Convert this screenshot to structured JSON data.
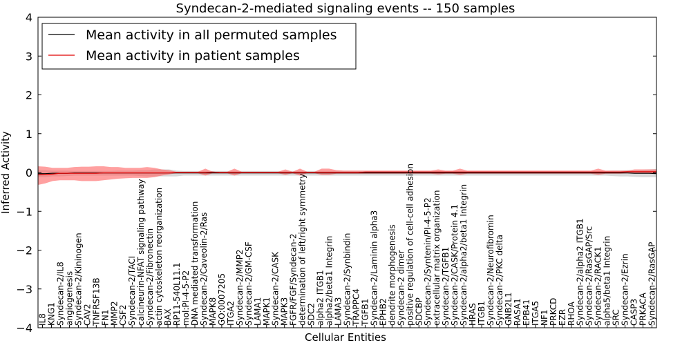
{
  "chart_data": {
    "type": "line",
    "title": "Syndecan-2-mediated signaling events -- 150 samples",
    "xlabel": "Cellular Entities",
    "ylabel": "Inferred Activity",
    "ylim": [
      -4,
      4
    ],
    "yticks": [
      -4,
      -3,
      -2,
      -1,
      0,
      1,
      2,
      3,
      4
    ],
    "grid": false,
    "legend_position": "top-left",
    "colors": {
      "permuted_line": "#000000",
      "permuted_band": "#c8c8c8",
      "patient_line": "#e00000",
      "patient_band": "#ff6060"
    },
    "series": [
      {
        "name": "Mean activity in all permuted samples",
        "values": [
          -0.03,
          -0.03,
          -0.02,
          -0.02,
          -0.02,
          -0.01,
          -0.01,
          -0.01,
          -0.01,
          -0.01,
          -0.01,
          -0.01,
          -0.01,
          -0.01,
          -0.01,
          -0.01,
          -0.01,
          -0.01,
          -0.01,
          -0.01,
          -0.01,
          -0.01,
          -0.01,
          -0.01,
          -0.01,
          -0.01,
          -0.01,
          -0.01,
          -0.01,
          -0.01,
          -0.01,
          -0.01,
          -0.01,
          -0.01,
          -0.01,
          -0.01,
          -0.01,
          -0.01,
          -0.01,
          -0.01,
          -0.01,
          -0.01,
          -0.01,
          -0.01,
          -0.01,
          -0.01,
          -0.01,
          -0.01,
          -0.01,
          -0.01,
          -0.01,
          -0.01,
          -0.01,
          -0.01,
          -0.01,
          -0.01,
          -0.01,
          -0.01,
          -0.01,
          -0.01,
          -0.01,
          -0.01,
          -0.01,
          -0.01,
          -0.01,
          -0.01,
          -0.01,
          -0.01,
          -0.01,
          -0.01,
          -0.01,
          -0.01,
          -0.01,
          -0.01,
          -0.01,
          -0.01,
          -0.01,
          -0.01,
          -0.01,
          -0.01,
          -0.01,
          -0.01,
          -0.02,
          -0.02,
          -0.02,
          -0.03
        ],
        "band_upper": [
          0.06,
          0.06,
          0.05,
          0.05,
          0.05,
          0.04,
          0.04,
          0.04,
          0.04,
          0.04,
          0.04,
          0.05,
          0.05,
          0.05,
          0.06,
          0.06,
          0.08,
          0.08,
          0.08,
          0.05,
          0.04,
          0.04,
          0.04,
          0.04,
          0.04,
          0.04,
          0.04,
          0.04,
          0.04,
          0.04,
          0.04,
          0.04,
          0.04,
          0.04,
          0.04,
          0.04,
          0.04,
          0.04,
          0.04,
          0.04,
          0.04,
          0.04,
          0.04,
          0.04,
          0.04,
          0.04,
          0.04,
          0.04,
          0.04,
          0.04,
          0.04,
          0.04,
          0.04,
          0.04,
          0.04,
          0.04,
          0.04,
          0.04,
          0.04,
          0.04,
          0.04,
          0.04,
          0.04,
          0.04,
          0.04,
          0.04,
          0.04,
          0.04,
          0.04,
          0.04,
          0.04,
          0.04,
          0.04,
          0.04,
          0.04,
          0.04,
          0.04,
          0.04,
          0.04,
          0.05,
          0.05,
          0.06,
          0.06,
          0.07,
          0.08,
          0.09
        ],
        "band_lower": [
          -0.12,
          -0.12,
          -0.1,
          -0.1,
          -0.09,
          -0.08,
          -0.08,
          -0.08,
          -0.08,
          -0.08,
          -0.08,
          -0.08,
          -0.08,
          -0.08,
          -0.09,
          -0.1,
          -0.1,
          -0.1,
          -0.1,
          -0.1,
          -0.08,
          -0.08,
          -0.08,
          -0.08,
          -0.08,
          -0.08,
          -0.08,
          -0.08,
          -0.08,
          -0.08,
          -0.08,
          -0.08,
          -0.08,
          -0.08,
          -0.08,
          -0.08,
          -0.08,
          -0.08,
          -0.08,
          -0.08,
          -0.08,
          -0.08,
          -0.08,
          -0.08,
          -0.08,
          -0.08,
          -0.08,
          -0.08,
          -0.08,
          -0.08,
          -0.08,
          -0.08,
          -0.08,
          -0.08,
          -0.08,
          -0.08,
          -0.08,
          -0.08,
          -0.08,
          -0.08,
          -0.08,
          -0.08,
          -0.08,
          -0.08,
          -0.08,
          -0.08,
          -0.08,
          -0.08,
          -0.08,
          -0.08,
          -0.08,
          -0.08,
          -0.08,
          -0.08,
          -0.08,
          -0.08,
          -0.08,
          -0.08,
          -0.08,
          -0.09,
          -0.1,
          -0.1,
          -0.11,
          -0.12,
          -0.12,
          -0.12
        ]
      },
      {
        "name": "Mean activity in patient samples",
        "values": [
          -0.06,
          -0.05,
          -0.04,
          -0.02,
          -0.02,
          -0.02,
          -0.02,
          -0.02,
          -0.02,
          -0.01,
          -0.01,
          -0.01,
          -0.01,
          -0.01,
          -0.01,
          -0.01,
          -0.01,
          -0.01,
          -0.01,
          0.0,
          0.0,
          0.0,
          0.0,
          0.0,
          0.01,
          0.0,
          0.0,
          0.0,
          0.0,
          0.0,
          0.0,
          0.0,
          0.0,
          0.0,
          0.0,
          0.0,
          0.0,
          0.0,
          0.0,
          0.0,
          0.0,
          0.0,
          0.0,
          0.0,
          0.0,
          0.01,
          0.01,
          0.01,
          0.01,
          0.01,
          0.01,
          0.01,
          0.01,
          0.01,
          0.01,
          0.01,
          0.01,
          0.01,
          0.01,
          0.01,
          0.01,
          0.01,
          0.01,
          0.01,
          0.01,
          0.01,
          0.01,
          0.01,
          0.01,
          0.01,
          0.01,
          0.01,
          0.01,
          0.01,
          0.01,
          0.01,
          0.01,
          0.01,
          0.01,
          0.01,
          0.01,
          0.02,
          0.02,
          0.02,
          0.02,
          0.02
        ],
        "band_upper": [
          0.16,
          0.15,
          0.12,
          0.12,
          0.12,
          0.14,
          0.15,
          0.15,
          0.16,
          0.16,
          0.14,
          0.14,
          0.12,
          0.12,
          0.12,
          0.14,
          0.12,
          0.08,
          0.06,
          0.02,
          0.02,
          0.02,
          0.02,
          0.1,
          0.02,
          0.02,
          0.02,
          0.1,
          0.02,
          0.02,
          0.02,
          0.02,
          0.02,
          0.02,
          0.08,
          0.02,
          0.1,
          0.02,
          0.02,
          0.1,
          0.1,
          0.06,
          0.05,
          0.05,
          0.05,
          0.05,
          0.05,
          0.05,
          0.05,
          0.05,
          0.05,
          0.05,
          0.05,
          0.05,
          0.05,
          0.08,
          0.05,
          0.05,
          0.1,
          0.05,
          0.05,
          0.05,
          0.05,
          0.05,
          0.05,
          0.05,
          0.05,
          0.05,
          0.05,
          0.05,
          0.05,
          0.05,
          0.05,
          0.05,
          0.05,
          0.05,
          0.05,
          0.1,
          0.05,
          0.05,
          0.05,
          0.05,
          0.08,
          0.08,
          0.08,
          0.08
        ],
        "band_lower": [
          -0.32,
          -0.28,
          -0.22,
          -0.2,
          -0.2,
          -0.2,
          -0.22,
          -0.22,
          -0.22,
          -0.2,
          -0.18,
          -0.16,
          -0.15,
          -0.14,
          -0.14,
          -0.14,
          -0.12,
          -0.08,
          -0.05,
          -0.02,
          -0.02,
          -0.02,
          -0.02,
          -0.08,
          -0.02,
          -0.02,
          -0.02,
          -0.08,
          -0.02,
          -0.02,
          -0.02,
          -0.02,
          -0.02,
          -0.02,
          -0.06,
          -0.02,
          -0.08,
          -0.02,
          -0.02,
          -0.06,
          -0.06,
          -0.03,
          -0.03,
          -0.03,
          -0.03,
          -0.03,
          -0.03,
          -0.03,
          -0.03,
          -0.03,
          -0.03,
          -0.03,
          -0.03,
          -0.03,
          -0.03,
          -0.05,
          -0.03,
          -0.03,
          -0.06,
          -0.03,
          -0.03,
          -0.03,
          -0.03,
          -0.03,
          -0.03,
          -0.03,
          -0.03,
          -0.03,
          -0.03,
          -0.03,
          -0.03,
          -0.03,
          -0.03,
          -0.03,
          -0.03,
          -0.03,
          -0.03,
          -0.06,
          -0.03,
          -0.03,
          -0.03,
          -0.02,
          -0.02,
          -0.02,
          -0.02,
          -0.02
        ]
      }
    ],
    "categories": [
      "IL8",
      "KNG1",
      "Syndecan-2/IL8",
      "angiogenesis",
      "Syndecan-2/Kininogen",
      "CAV2",
      "TNFRSF13B",
      "FN1",
      "MMP2",
      "CSF2",
      "Syndecan-2/TACI",
      "calcineurin-NFAT signaling pathway",
      "Syndecan-2/Fibronectin",
      "actin cytoskeleton reorganization",
      "BAX",
      "RP11-540L11.1",
      "mol:PI-4-5-P2",
      "DNA mediated transformation",
      "Syndecan-2/Caveolin-2/Ras",
      "MAPK8",
      "GO:0007205",
      "ITGA2",
      "Syndecan-2/MMP2",
      "Syndecan-2/GM-CSF",
      "LAMA1",
      "MAPK1",
      "Syndecan-2/CASK",
      "MAPK3",
      "FGFR/FGF/Syndecan-2",
      "determination of left/right symmetry",
      "SDC2",
      "alpha2 ITGB1",
      "alpha2/beta1 Integrin",
      "LAMA3",
      "Syndecan-2/Synbindin",
      "TRAPPC4",
      "TGFB1",
      "Syndecan-2/Laminin alpha3",
      "EPHB2",
      "dendrite morphogenesis",
      "Syndecan-2 dimer",
      "positive regulation of cell-cell adhesion",
      "SDCBP",
      "Syndecan-2/Syntenin/PI-4-5-P2",
      "extracellular matrix organization",
      "Syndecan-2/TGFB1",
      "Syndecan-2/CASK/Protein 4.1",
      "Syndecan-2/alpha2/beta1 Integrin",
      "HRAS",
      "ITGB1",
      "Syndecan-2/Neurofibromin",
      "Syndecan-2/PKC delta",
      "GNB2L1",
      "RASA1",
      "EPB41",
      "ITGA5",
      "NF1",
      "PRKCD",
      "EZR",
      "RHOA",
      "Syndecan-2/alpha2 ITGB1",
      "Syndecan-2/RasGAP/Src",
      "Syndecan-2/RACK1",
      "alpha5/beta1 Integrin",
      "SRC",
      "Syndecan-2/Ezrin",
      "CASP3",
      "PRKACA",
      "Syndecan-2/RasGAP"
    ]
  }
}
